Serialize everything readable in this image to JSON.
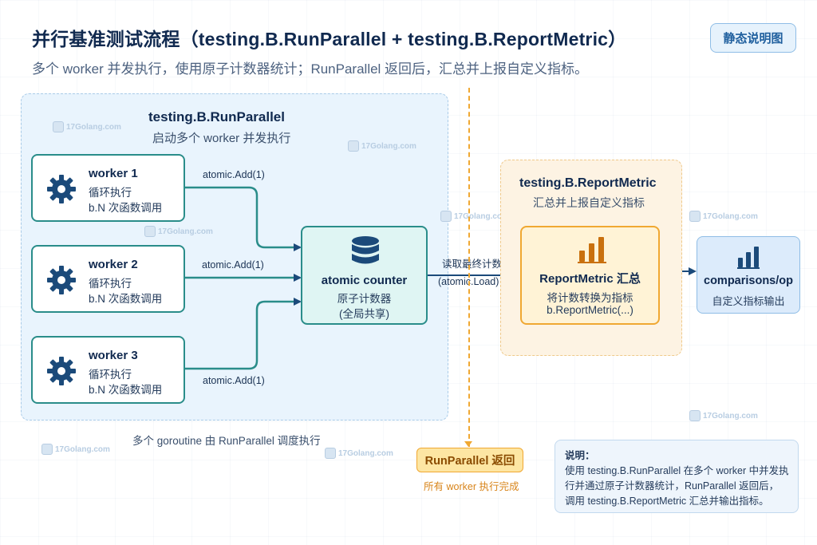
{
  "header": {
    "title": "并行基准测试流程（testing.B.RunParallel + testing.B.ReportMetric）",
    "subtitle": "多个 worker 并发执行，使用原子计数器统计；RunParallel 返回后，汇总并上报自定义指标。",
    "badge": "静态说明图"
  },
  "run_parallel_panel": {
    "title": "testing.B.RunParallel",
    "subtitle": "启动多个 worker 并发执行",
    "footer": "多个 goroutine 由 RunParallel 调度执行"
  },
  "workers": [
    {
      "name": "worker 1",
      "line1": "循环执行",
      "line2": "b.N 次函数调用",
      "edge_label": "atomic.Add(1)",
      "icon": "gear-icon"
    },
    {
      "name": "worker 2",
      "line1": "循环执行",
      "line2": "b.N 次函数调用",
      "edge_label": "atomic.Add(1)",
      "icon": "gear-icon"
    },
    {
      "name": "worker 3",
      "line1": "循环执行",
      "line2": "b.N 次函数调用",
      "edge_label": "atomic.Add(1)",
      "icon": "gear-icon"
    }
  ],
  "counter": {
    "name": "atomic counter",
    "line1": "原子计数器",
    "line2": "(全局共享)",
    "icon": "database-icon"
  },
  "read_edge": {
    "label1": "读取最终计数",
    "label2": "(atomic.Load)"
  },
  "boundary": {
    "badge": "RunParallel 返回",
    "caption": "所有 worker 执行完成"
  },
  "report_panel": {
    "title": "testing.B.ReportMetric",
    "subtitle": "汇总并上报自定义指标"
  },
  "report": {
    "name": "ReportMetric 汇总",
    "line1": "将计数转换为指标",
    "line2": "b.ReportMetric(...)",
    "icon": "bar-chart-icon"
  },
  "output": {
    "name": "comparisons/op",
    "line1": "自定义指标输出",
    "icon": "bar-chart-icon"
  },
  "note": {
    "title": "说明：",
    "lines": [
      "使用 testing.B.RunParallel 在多个 worker 中并发执",
      "行并通过原子计数器统计，RunParallel 返回后，",
      "调用 testing.B.ReportMetric 汇总并输出指标。"
    ]
  },
  "watermark": {
    "text": "17Golang.com"
  },
  "colors": {
    "teal": "#2a8d8a",
    "navy": "#1b4a7a",
    "orange": "#f0a832",
    "bar_brown": "#c9700e"
  }
}
